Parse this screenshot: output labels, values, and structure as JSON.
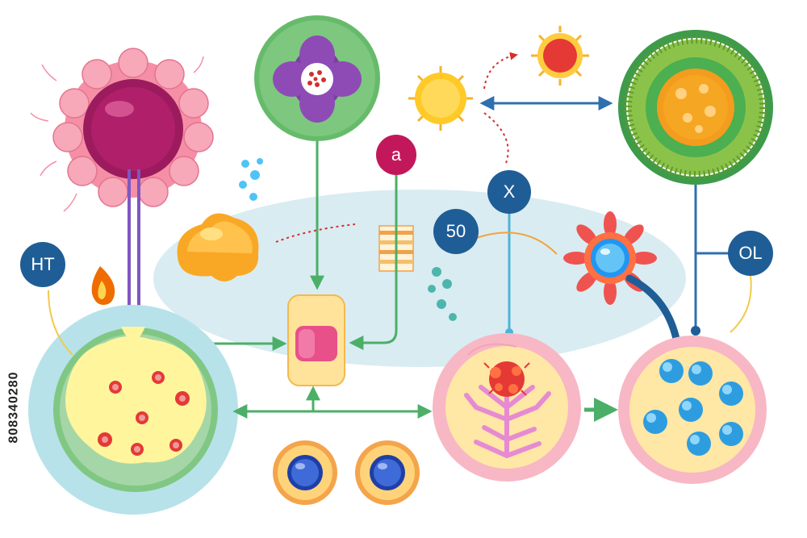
{
  "labels": {
    "ht": "HT",
    "a": "a",
    "x": "X",
    "fifty": "50",
    "ol": "OL"
  },
  "side_id": "808340280",
  "colors": {
    "arrow_green": "#4caf68",
    "arrow_blue": "#2f6fb0",
    "label_bg": "#1f5d96",
    "label_bg_magenta": "#c2185b",
    "backdrop": "#cfe7ef"
  }
}
